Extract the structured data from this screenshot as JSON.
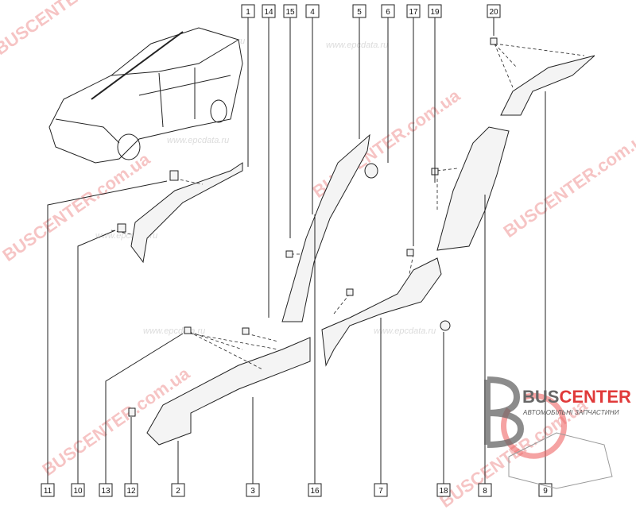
{
  "diagram": {
    "top_labels": [
      "1",
      "14",
      "15",
      "4",
      "5",
      "6",
      "17",
      "19",
      "20"
    ],
    "bottom_labels": [
      "11",
      "10",
      "13",
      "12",
      "2",
      "3",
      "16",
      "7",
      "18",
      "8",
      "9"
    ]
  },
  "watermarks": {
    "brand": "BUSCENTER.com.ua",
    "site": "www.epcdata.ru"
  },
  "logo": {
    "title_part1": "BUS",
    "title_part2": "CENTER",
    "subtitle": "АВТОМОБІЛЬНІ ЗАПЧАСТИНИ"
  }
}
